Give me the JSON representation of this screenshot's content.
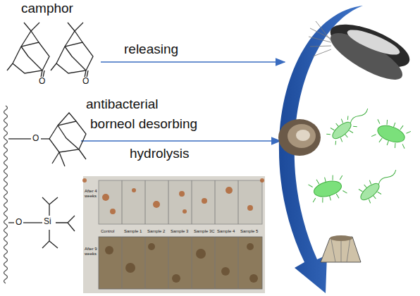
{
  "diagram": {
    "labels": [
      "camphor",
      "O",
      "O",
      "releasing",
      "antibacterial",
      "borneol desorbing",
      "hydrolysis",
      "O",
      "O",
      "Si",
      "After 4 weeks",
      "Control",
      "Sample 1",
      "Sample 2",
      "Sample 3",
      "Sample 3C",
      "Sample 4",
      "Sample 5",
      "After 9 weeks"
    ]
  }
}
